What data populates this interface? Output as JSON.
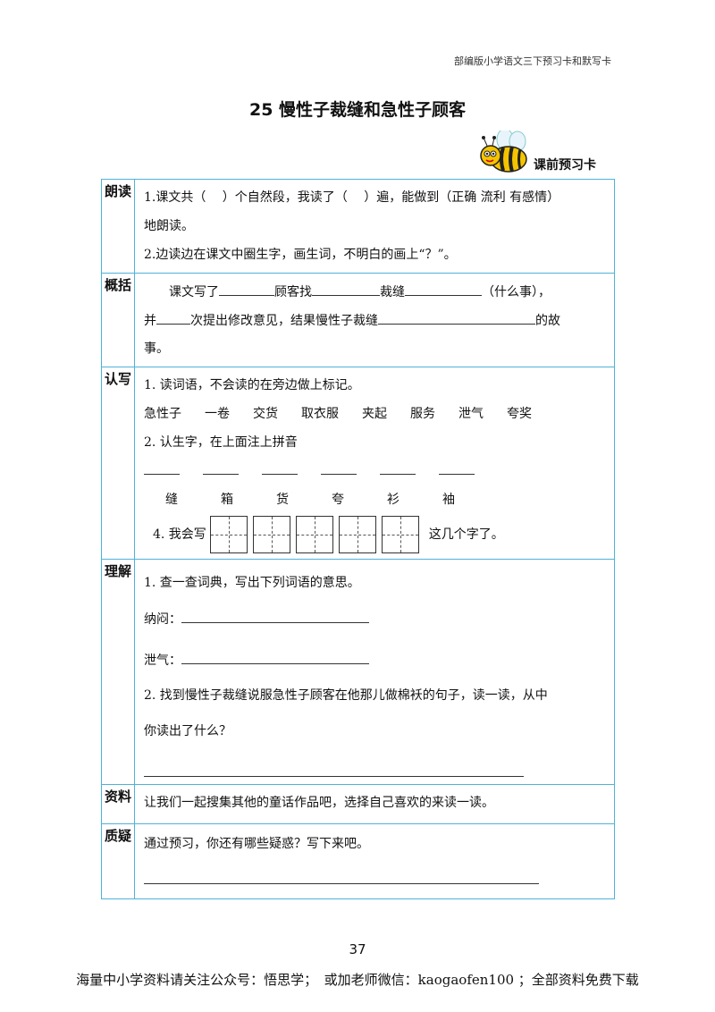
{
  "header": {
    "text": "部编版小学语文三下预习卡和默写卡"
  },
  "title": "25 慢性子裁缝和急性子顾客",
  "badge": {
    "label": "课前预习卡"
  },
  "rows": {
    "read": {
      "label": "朗读",
      "line1": "1.课文共（　 ）个自然段，我读了（　 ）遍，能做到（正确 流利 有感情）",
      "line2": "地朗读。",
      "line3": "2.边读边在课文中圈生字，画生词，不明白的画上“？”。"
    },
    "summary": {
      "label": "概括",
      "line1_a": "课文写了",
      "line1_b": "顾客找",
      "line1_c": "裁缝",
      "line1_d": "（什么事），",
      "line2_a": "并",
      "line2_b": "次提出修改意见，结果慢性子裁缝",
      "line2_c": "的故",
      "line3": "事。"
    },
    "recognize": {
      "label": "认写",
      "line1": "1. 读词语，不会读的在旁边做上标记。",
      "words": [
        "急性子",
        "一卷",
        "交货",
        "取衣服",
        "夹起",
        "服务",
        "泄气",
        "夸奖"
      ],
      "line2": "2. 认生字，在上面注上拼音",
      "chars": [
        "缝",
        "箱",
        "货",
        "夸",
        "衫",
        "袖"
      ],
      "write_prefix": "4. 我会写",
      "write_suffix": "这几个字了。"
    },
    "understand": {
      "label": "理解",
      "line1": "1. 查一查词典，写出下列词语的意思。",
      "term1": "纳闷：",
      "term2": "泄气：",
      "line2": "2. 找到慢性子裁缝说服急性子顾客在他那儿做棉袄的句子，读一读，从中",
      "line3": "你读出了什么？"
    },
    "material": {
      "label": "资料",
      "line1": "让我们一起搜集其他的童话作品吧，选择自己喜欢的来读一读。"
    },
    "question": {
      "label": "质疑",
      "line1": "通过预习，你还有哪些疑惑？写下来吧。"
    }
  },
  "page_number": "37",
  "footer": "海量中小学资料请关注公众号：悟思学；　或加老师微信：kaogaofen100 ；全部资料免费下载",
  "colors": {
    "border": "#4fb2d8",
    "bee_body": "#f5c400"
  }
}
